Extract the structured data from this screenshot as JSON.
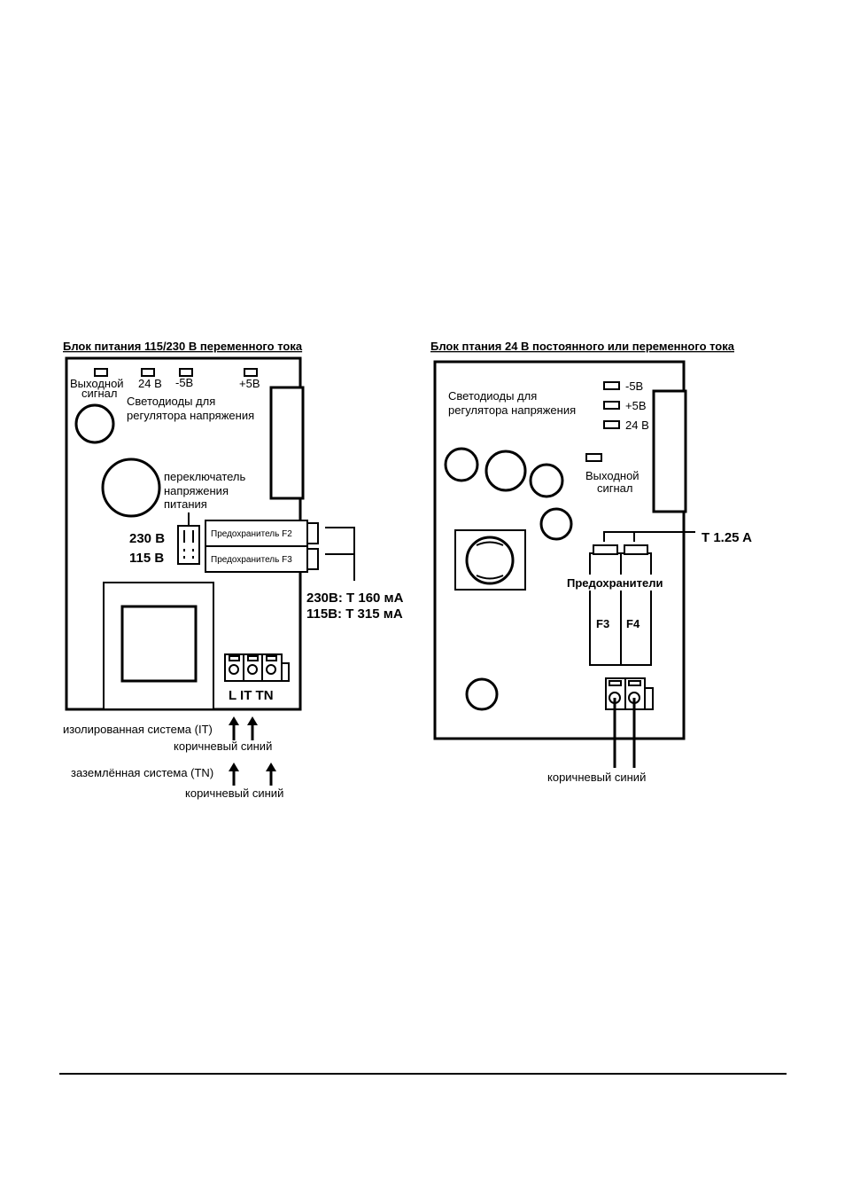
{
  "left_board": {
    "title": "Блок питания 115/230 В переменного тока",
    "led_output_1": "Выходной",
    "led_output_2": "сигнал",
    "led_24v": "24 В",
    "led_minus5": "-5В",
    "led_plus5": "+5В",
    "regulator_1": "Светодиоды для",
    "regulator_2": "регулятора напряжения",
    "switch_1": "переключатель",
    "switch_2": "напряжения",
    "switch_3": "питания",
    "v230": "230 В",
    "v115": "115 В",
    "fuse_f2": "Предохранитель F2",
    "fuse_f3": "Предохранитель F3",
    "fuse_rating_230": "230В: Т 160 мА",
    "fuse_rating_115": "115В: Т 315 мА",
    "terminal_labels": "L IT TN",
    "it_label": "изолированная система (IT)",
    "it_wires": "коричневый синий",
    "tn_label": "заземлённая система (TN)",
    "tn_wires": "коричневый синий"
  },
  "right_board": {
    "title": "Блок птания 24 В постоянного или переменного тока",
    "regulator_1": "Светодиоды для",
    "regulator_2": "регулятора напряжения",
    "led_minus5": "-5В",
    "led_plus5": "+5В",
    "led_24v": "24 В",
    "output_1": "Выходной",
    "output_2": "сигнал",
    "fuse_rating": "T 1.25 A",
    "fuses_label": "Предохранители",
    "fuse_f3": "F3",
    "fuse_f4": "F4",
    "wires": "коричневый синий"
  }
}
